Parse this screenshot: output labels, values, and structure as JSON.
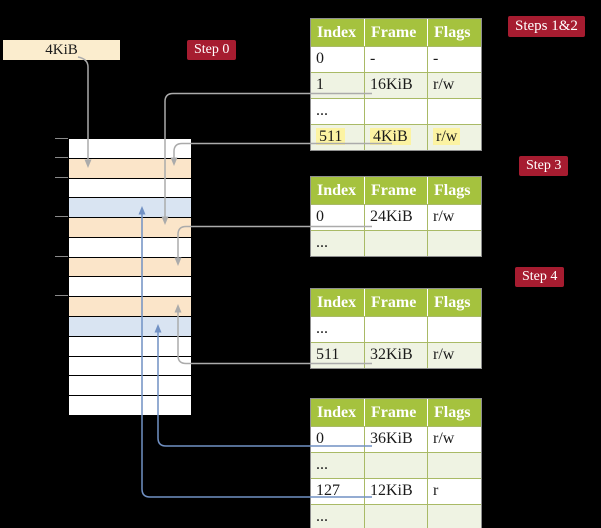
{
  "colors": {
    "background": "#000000",
    "step_badge": "#A61C30",
    "table_header": "#A5C23E",
    "table_row_shade": "#EFF3E3",
    "table_border_inner": "#A9BA66",
    "cell_highlight": "#FCF3A2",
    "mem_peach": "#FBE5C9",
    "mem_blue": "#D9E4F2",
    "mem_white": "#FFFFFF",
    "page_box_bg": "#FBEDCE",
    "gray_line": "#ABABAB",
    "blue_line": "#7191C4"
  },
  "page_box": {
    "label": "4KiB"
  },
  "step_badges": [
    {
      "id": "step-0",
      "label": "Step 0"
    },
    {
      "id": "steps-1-2",
      "label": "Steps 1&2"
    },
    {
      "id": "step-3",
      "label": "Step 3"
    },
    {
      "id": "step-4",
      "label": "Step 4"
    }
  ],
  "memory": {
    "row_colors": [
      "white",
      "peach",
      "white",
      "blue",
      "peach",
      "white",
      "peach",
      "white",
      "peach",
      "blue",
      "white",
      "white",
      "white",
      "white"
    ]
  },
  "tables": [
    {
      "id": "page-table-steps-1-2",
      "headers": [
        "Index",
        "Frame",
        "Flags"
      ],
      "rows": [
        {
          "cells": [
            "0",
            "-",
            "-"
          ],
          "shade": false,
          "highlight": false
        },
        {
          "cells": [
            "1",
            "16KiB",
            "r/w"
          ],
          "shade": true,
          "highlight": false
        },
        {
          "cells": [
            "...",
            "",
            ""
          ],
          "shade": false,
          "highlight": false
        },
        {
          "cells": [
            "511",
            "4KiB",
            "r/w"
          ],
          "shade": true,
          "highlight": true
        }
      ]
    },
    {
      "id": "page-table-step-3",
      "headers": [
        "Index",
        "Frame",
        "Flags"
      ],
      "rows": [
        {
          "cells": [
            "0",
            "24KiB",
            "r/w"
          ],
          "shade": false,
          "highlight": false
        },
        {
          "cells": [
            "...",
            "",
            ""
          ],
          "shade": true,
          "highlight": false
        }
      ]
    },
    {
      "id": "page-table-step-4",
      "headers": [
        "Index",
        "Frame",
        "Flags"
      ],
      "rows": [
        {
          "cells": [
            "...",
            "",
            ""
          ],
          "shade": false,
          "highlight": false
        },
        {
          "cells": [
            "511",
            "32KiB",
            "r/w"
          ],
          "shade": true,
          "highlight": false
        }
      ]
    },
    {
      "id": "page-table-final",
      "headers": [
        "Index",
        "Frame",
        "Flags"
      ],
      "rows": [
        {
          "cells": [
            "0",
            "36KiB",
            "r/w"
          ],
          "shade": false,
          "highlight": false
        },
        {
          "cells": [
            "...",
            "",
            ""
          ],
          "shade": true,
          "highlight": false
        },
        {
          "cells": [
            "127",
            "12KiB",
            "r"
          ],
          "shade": false,
          "highlight": false
        },
        {
          "cells": [
            "...",
            "",
            ""
          ],
          "shade": true,
          "highlight": false
        }
      ]
    }
  ]
}
